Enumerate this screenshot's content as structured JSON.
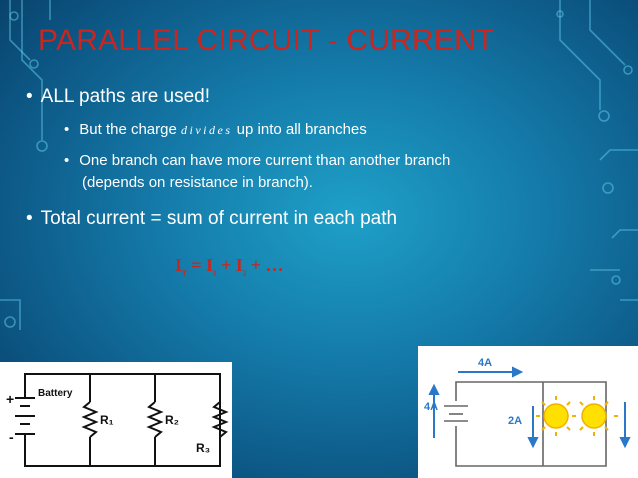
{
  "slide": {
    "title": "PARALLEL CIRCUIT - CURRENT",
    "bullets": {
      "b1": "ALL paths are used!",
      "b1a_before": "But the charge ",
      "b1a_italic": "divides",
      "b1a_after": " up into all branches",
      "b1b_line1": "One branch can have more current than another  branch",
      "b1b_line2": "(depends on resistance in branch).",
      "b2": "Total current = sum of current in each path"
    },
    "formula": {
      "lhs": "I",
      "lhs_sub": "T",
      "eq": " = ",
      "t1": "I",
      "t1_sub": "1",
      "plus1": " + ",
      "t2": "I",
      "t2_sub": "2",
      "tail": " + …"
    },
    "left_circuit": {
      "battery_label": "Battery",
      "plus": "+",
      "minus": "-",
      "r1": "R₁",
      "r2": "R₂",
      "r3": "R₃"
    },
    "right_circuit": {
      "top_current": "4A",
      "left_current": "4A",
      "branch_current": "2A"
    },
    "colors": {
      "title": "#c8261e",
      "text": "#ffffff",
      "background": "#1479a8",
      "arrow": "#2b78c8",
      "bulb": "#ffe000"
    }
  }
}
